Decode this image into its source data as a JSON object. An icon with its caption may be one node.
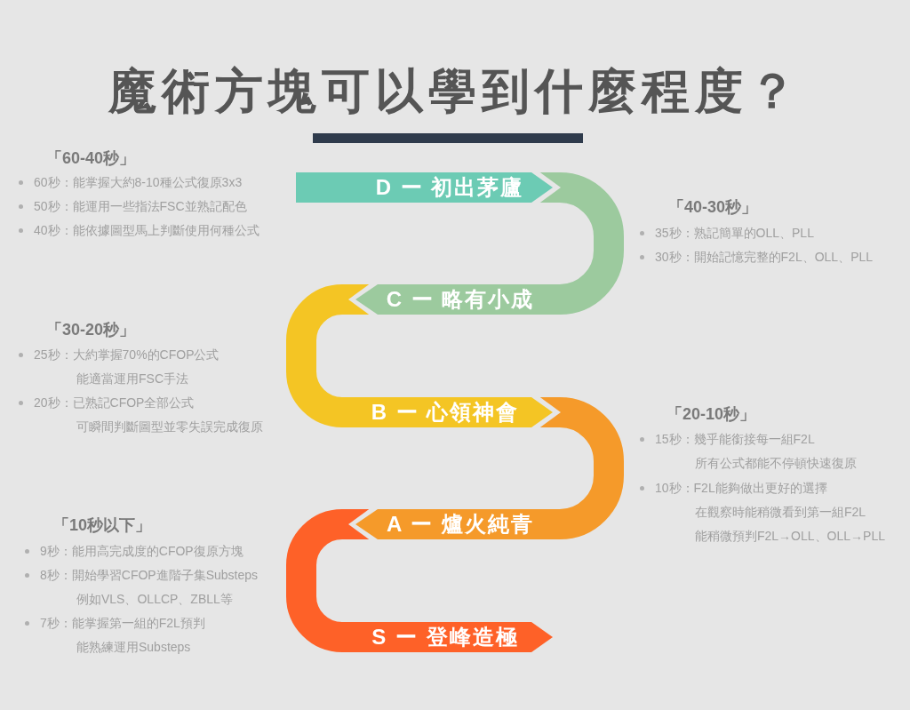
{
  "diagram": {
    "title": "魔術方塊可以學到什麼程度？",
    "nodes": [
      {
        "text": [
          "D ー 初出茅廬"
        ]
      },
      {
        "text": [
          "C ー 略有小成"
        ]
      },
      {
        "text": [
          "B ー 心領神會"
        ]
      },
      {
        "text": [
          "A ー 爐火純青"
        ]
      },
      {
        "text": [
          "S ー 登峰造極"
        ]
      }
    ],
    "labels": [
      "「60-40秒」",
      "60秒：能掌握大約8-10種公式復原3x3",
      "50秒：能運用一些指法FSC並熟記配色",
      "40秒：能依據圖型馬上判斷使用何種公式",
      "「40-30秒」",
      "35秒：熟記簡單的OLL、PLL",
      "30秒：開始記憶完整的F2L、OLL、PLL",
      "「30-20秒」",
      "25秒：大約掌握70%的CFOP公式能適當運用FSC手法",
      "20秒：已熟記CFOP全部公式可瞬間判斷圖型並零失誤完成復原",
      "「20-10秒」",
      "15秒：幾乎能銜接每一組F2L所有公式都能不停頓快速復原",
      "10秒：F2L能夠做出更好的選擇在觀察時能稍微看到第一組F2L能稍微預判F2L→OLL、OLL→PLL",
      "「10秒以下」",
      "9秒：能用高完成度的CFOP復原方塊",
      "8秒：開始學習CFOP進階子集Substeps例如VLS、OLLCP、ZBLL等",
      "7秒：能掌握第一組的F2L預判能熟練運用Substeps"
    ]
  }
}
